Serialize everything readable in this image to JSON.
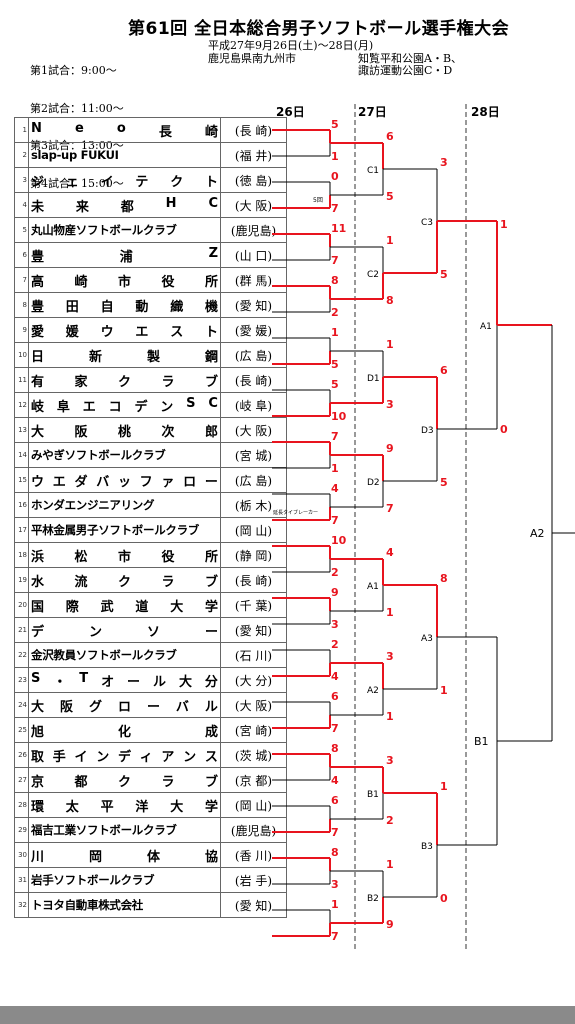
{
  "title": "第61回 全日本総合男子ソフトボール選手権大会",
  "schedule": [
    "第1試合：9:00～",
    "第2試合：11:00～",
    "第3試合：13:00～",
    "第4試合：15:00～"
  ],
  "dates_text": "平成27年9月26日(土)～28日(月)",
  "venue_city": "鹿児島県南九州市",
  "venue_1": "知覧平和公園A・B、",
  "venue_2": "諏訪運動公園C・D",
  "days": [
    "26日",
    "27日",
    "28日"
  ],
  "teams": [
    {
      "no": "1",
      "name": "Neo長崎",
      "pref": "(長 崎)"
    },
    {
      "no": "2",
      "name": "slap-up FUKUI",
      "pref": "(福 井)"
    },
    {
      "no": "3",
      "name": "ジェイテクト",
      "pref": "(徳 島)"
    },
    {
      "no": "4",
      "name": "未来都HC",
      "pref": "(大 阪)"
    },
    {
      "no": "5",
      "name": "丸山物産ソフトボールクラブ",
      "pref": "(鹿児島)"
    },
    {
      "no": "6",
      "name": "豊浦Z",
      "pref": "(山 口)"
    },
    {
      "no": "7",
      "name": "高崎市役所",
      "pref": "(群 馬)"
    },
    {
      "no": "8",
      "name": "豊田自動織機",
      "pref": "(愛 知)"
    },
    {
      "no": "9",
      "name": "愛媛ウエスト",
      "pref": "(愛 媛)"
    },
    {
      "no": "10",
      "name": "日新製鋼",
      "pref": "(広 島)"
    },
    {
      "no": "11",
      "name": "有家クラブ",
      "pref": "(長 崎)"
    },
    {
      "no": "12",
      "name": "岐阜エコデンSC",
      "pref": "(岐 阜)"
    },
    {
      "no": "13",
      "name": "大阪桃次郎",
      "pref": "(大 阪)"
    },
    {
      "no": "14",
      "name": "みやぎソフトボールクラブ",
      "pref": "(宮 城)"
    },
    {
      "no": "15",
      "name": "ウエダバッファロー",
      "pref": "(広 島)"
    },
    {
      "no": "16",
      "name": "ホンダエンジニアリング",
      "pref": "(栃 木)"
    },
    {
      "no": "17",
      "name": "平林金属男子ソフトボールクラブ",
      "pref": "(岡 山)"
    },
    {
      "no": "18",
      "name": "浜松市役所",
      "pref": "(静 岡)"
    },
    {
      "no": "19",
      "name": "水流クラブ",
      "pref": "(長 崎)"
    },
    {
      "no": "20",
      "name": "国際武道大学",
      "pref": "(千 葉)"
    },
    {
      "no": "21",
      "name": "デンソー",
      "pref": "(愛 知)"
    },
    {
      "no": "22",
      "name": "金沢教員ソフトボールクラブ",
      "pref": "(石 川)"
    },
    {
      "no": "23",
      "name": "S・Tオール大分",
      "pref": "(大 分)"
    },
    {
      "no": "24",
      "name": "大阪グローバル",
      "pref": "(大 阪)"
    },
    {
      "no": "25",
      "name": "旭化成",
      "pref": "(宮 崎)"
    },
    {
      "no": "26",
      "name": "取手インディアンス",
      "pref": "(茨 城)"
    },
    {
      "no": "27",
      "name": "京都クラブ",
      "pref": "(京 都)"
    },
    {
      "no": "28",
      "name": "環太平洋大学",
      "pref": "(岡 山)"
    },
    {
      "no": "29",
      "name": "福吉工業ソフトボールクラブ",
      "pref": "(鹿児島)"
    },
    {
      "no": "30",
      "name": "川岡体協",
      "pref": "(香 川)"
    },
    {
      "no": "31",
      "name": "岩手ソフトボールクラブ",
      "pref": "(岩 手)"
    },
    {
      "no": "32",
      "name": "トヨタ自動車株式会社",
      "pref": "(愛 知)"
    }
  ],
  "r1_scores": [
    [
      "5",
      "1"
    ],
    [
      "0",
      "7"
    ],
    [
      "11",
      "7"
    ],
    [
      "8",
      "2"
    ],
    [
      "1",
      "5"
    ],
    [
      "5",
      "10"
    ],
    [
      "7",
      "1"
    ],
    [
      "4",
      "7"
    ],
    [
      "10",
      "2"
    ],
    [
      "9",
      "3"
    ],
    [
      "2",
      "4"
    ],
    [
      "6",
      "7"
    ],
    [
      "8",
      "4"
    ],
    [
      "6",
      "7"
    ],
    [
      "8",
      "3"
    ],
    [
      "1",
      "7"
    ]
  ],
  "r1_notes": {
    "1": "5回",
    "7": "延長タイブレーカー"
  },
  "r2_games": [
    "C1",
    "C2",
    "D1",
    "D2",
    "A1",
    "A2",
    "B1",
    "B2"
  ],
  "r2_scores": [
    [
      "6",
      "5"
    ],
    [
      "1",
      "8"
    ],
    [
      "1",
      "3"
    ],
    [
      "9",
      "7"
    ],
    [
      "4",
      "1"
    ],
    [
      "3",
      "1"
    ],
    [
      "3",
      "2"
    ],
    [
      "1",
      "9"
    ]
  ],
  "r3_games": [
    "C3",
    "D3",
    "A3",
    "B3"
  ],
  "r3_scores": [
    [
      "3",
      "5"
    ],
    [
      "6",
      "5"
    ],
    [
      "8",
      "1"
    ],
    [
      "1",
      "0"
    ]
  ],
  "r4_games": [
    "A1",
    "B1"
  ],
  "r4_scores": [
    [
      "1",
      "0"
    ]
  ],
  "final_game": "A2",
  "colors": {
    "win": "#e8141e",
    "line": "#000000",
    "text": "#000000"
  }
}
